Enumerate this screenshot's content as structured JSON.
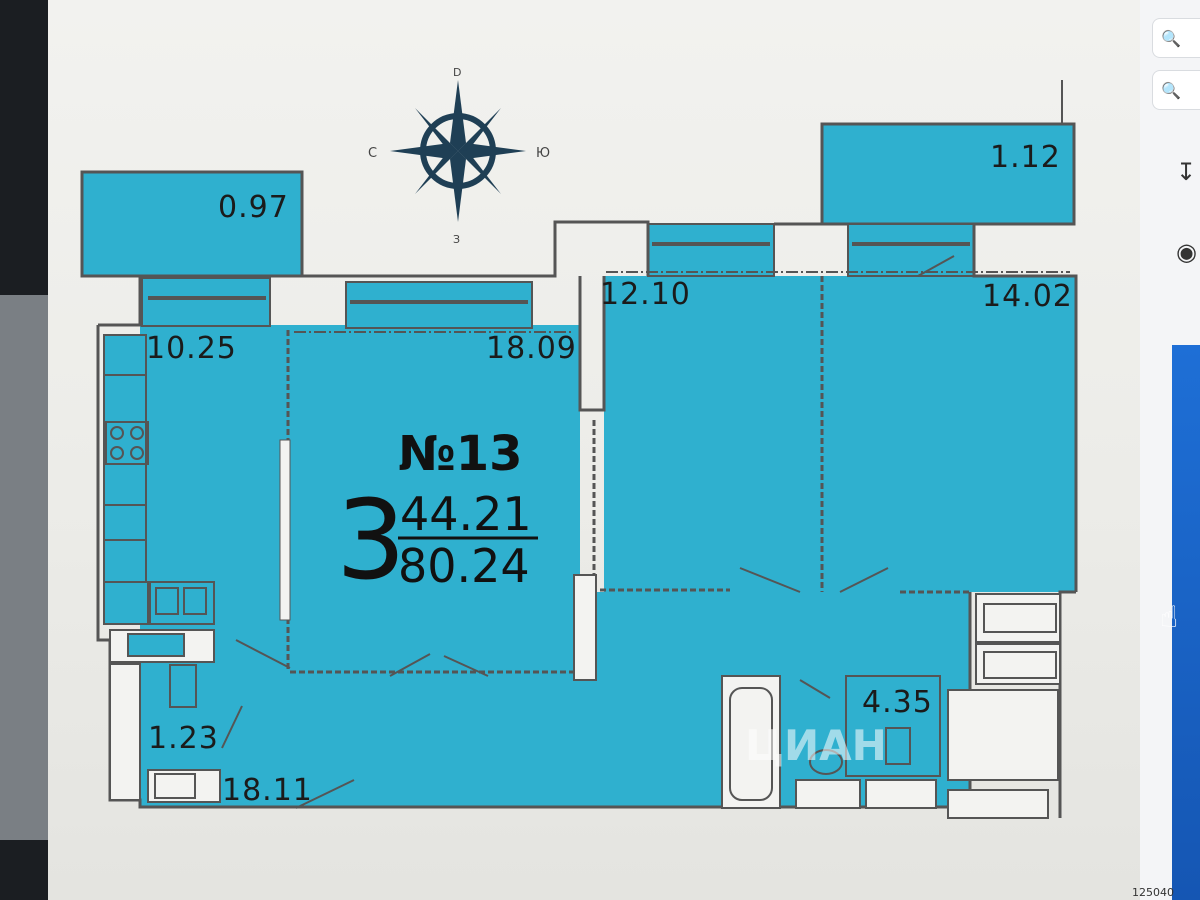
{
  "compass": {
    "north": "С",
    "east": "Ю",
    "south": "З",
    "top": "D"
  },
  "apartment": {
    "number": "№13",
    "rooms": "3",
    "living_area": "44.21",
    "total_area": "80.24"
  },
  "rooms": {
    "balcony_left": "0.97",
    "balcony_right": "1.12",
    "kitchen": "10.25",
    "living": "18.09",
    "bedroom_1": "12.10",
    "bedroom_2": "14.02",
    "bathroom_small": "1.23",
    "hall": "18.11",
    "bathroom": "4.35"
  },
  "watermark": "ЦИАН",
  "sidebar": {
    "footer_number": "125040"
  },
  "colors": {
    "room_fill": "#2fb0cf",
    "wall": "#555555",
    "background": "#efefec"
  }
}
